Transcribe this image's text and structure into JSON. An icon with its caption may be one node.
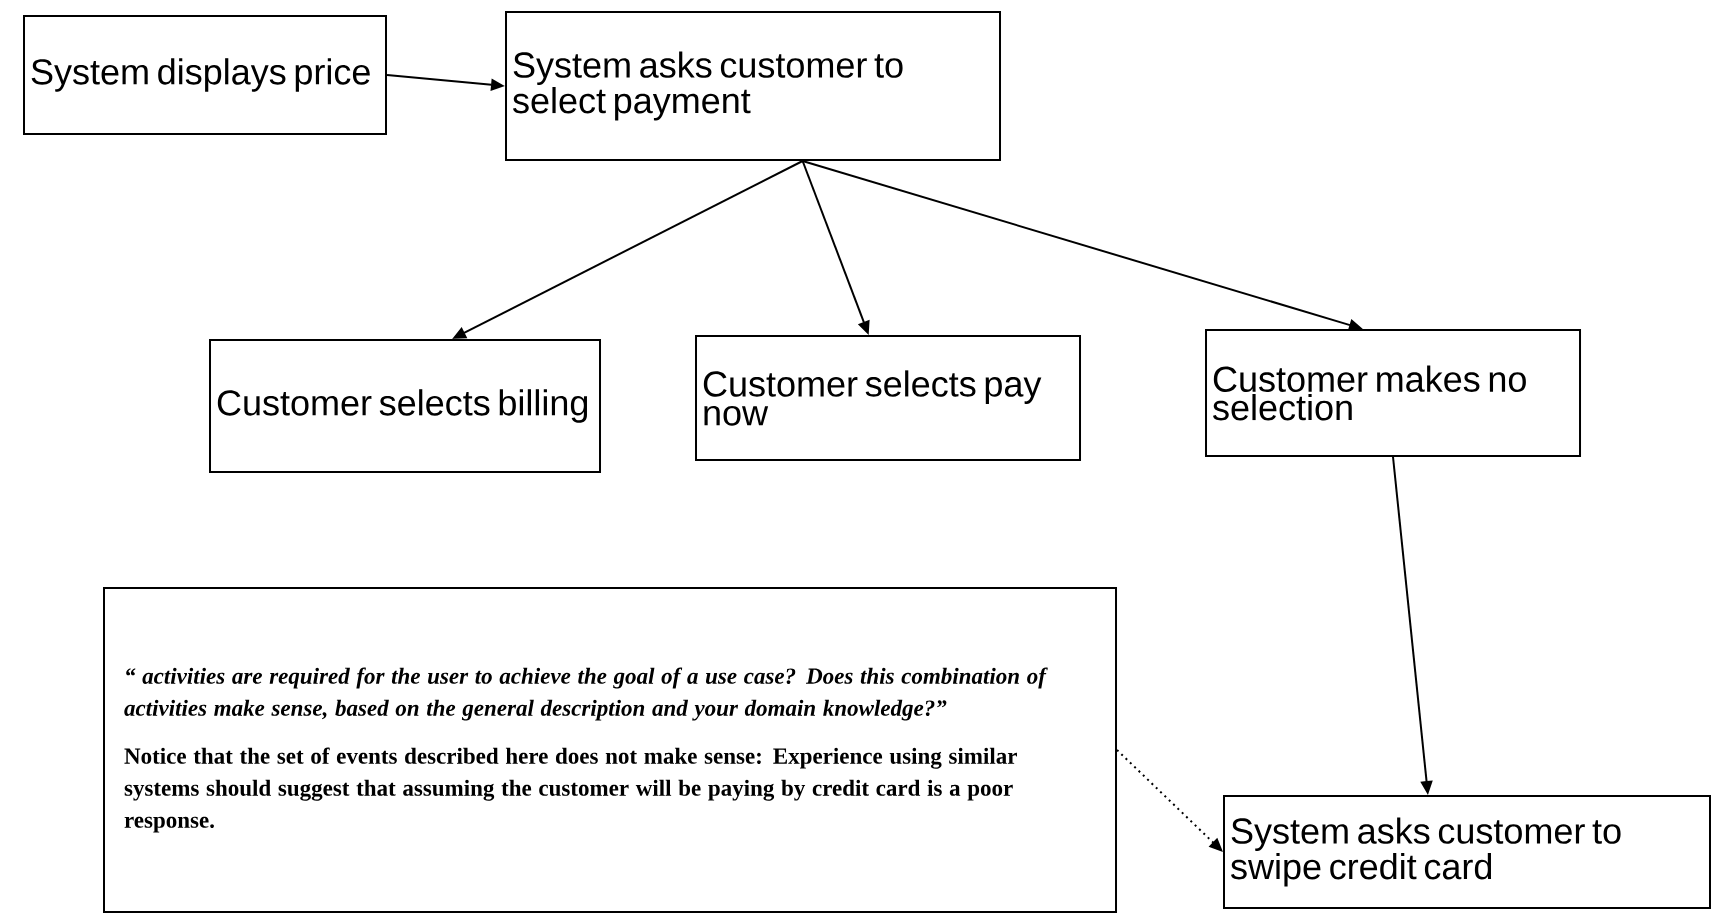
{
  "diagram": {
    "nodes": [
      {
        "text": [
          "System displays price"
        ]
      },
      {
        "text": [
          "System asks customer to select payment"
        ]
      },
      {
        "text": [
          "Customer selects billing"
        ]
      },
      {
        "text": [
          "Customer selects pay now"
        ]
      },
      {
        "text": [
          "Customer makes no selection"
        ]
      },
      {
        "text": [
          "“ activities are required for the user to achieve the goal of a use case?  Does this combination of activities make sense, based on the general description and your domain knowledge?”",
          "Notice that the set of events described here does not make sense: Experience using similar systems should suggest that assuming the customer will be paying by credit card is a poor response."
        ]
      },
      {
        "text": [
          "System asks customer to swipe credit card"
        ]
      }
    ],
    "edges": [
      {
        "from": 0,
        "to": 1,
        "arrow": "to"
      },
      {
        "from": 1,
        "to": 2,
        "arrow": "to"
      },
      {
        "from": 1,
        "to": 3,
        "arrow": "to"
      },
      {
        "from": 1,
        "to": 4,
        "arrow": "to"
      },
      {
        "from": 4,
        "to": 6,
        "arrow": "to"
      },
      {
        "from": 5,
        "to": 6,
        "arrow": "to",
        "style": "dashed"
      }
    ]
  }
}
